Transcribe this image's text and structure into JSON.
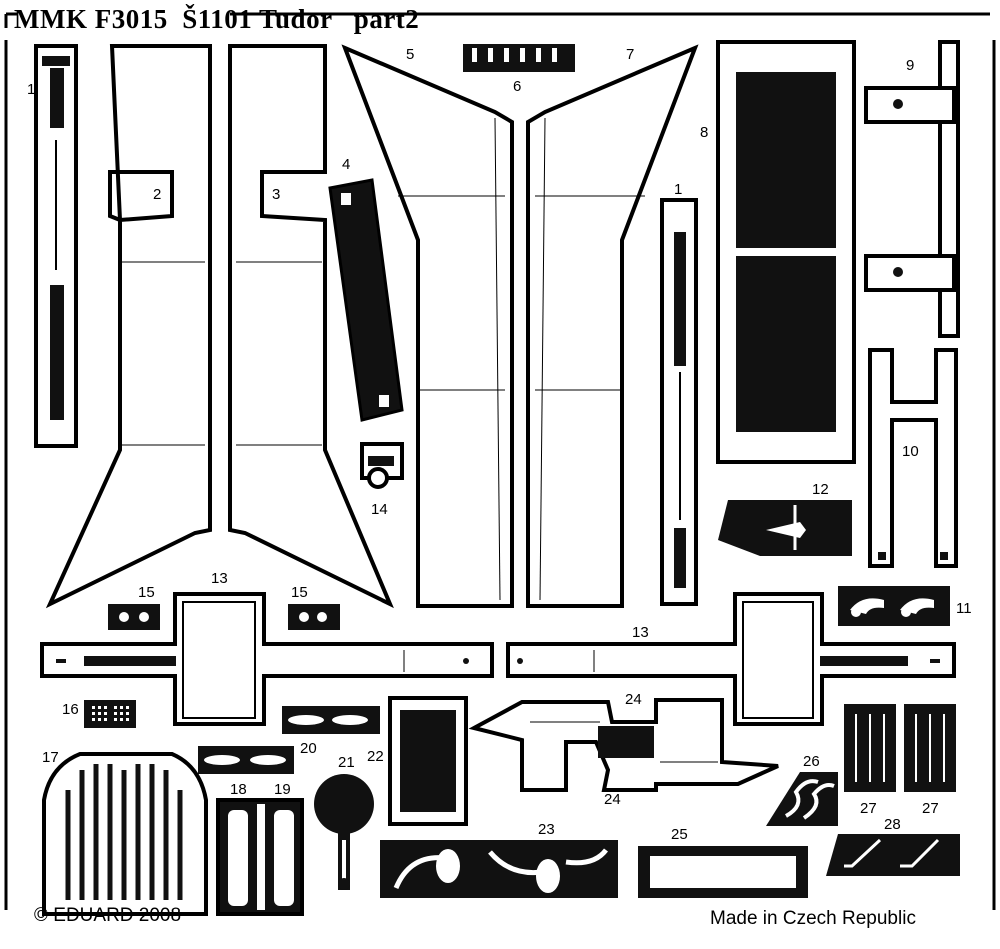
{
  "header": {
    "title": "MMK F3015  Š1101 Tudor   part2"
  },
  "footer": {
    "copyright": "© EDUARD 2008",
    "origin": "Made in Czech Republic"
  },
  "part_labels": [
    "1",
    "1",
    "2",
    "3",
    "4",
    "5",
    "6",
    "7",
    "8",
    "9",
    "10",
    "11",
    "12",
    "13",
    "13",
    "14",
    "15",
    "15",
    "16",
    "17",
    "18",
    "19",
    "20",
    "21",
    "22",
    "23",
    "24",
    "24",
    "25",
    "26",
    "27",
    "27",
    "28"
  ],
  "colors": {
    "metal": "#ffffff",
    "outline": "#000000",
    "etched": "#111111"
  }
}
